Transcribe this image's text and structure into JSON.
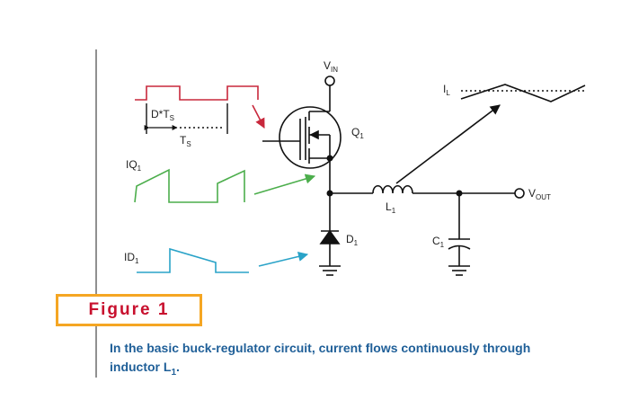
{
  "figure": {
    "label": "Figure 1",
    "caption_text": "In the basic buck-regulator circuit, current flows continuously through inductor ",
    "caption_subject": "L",
    "caption_subject_sub": "1",
    "caption_end": "."
  },
  "labels": {
    "vin": {
      "main": "V",
      "sub": "IN"
    },
    "q1": {
      "main": "Q",
      "sub": "1"
    },
    "l1": {
      "main": "L",
      "sub": "1"
    },
    "vout": {
      "main": "V",
      "sub": "OUT"
    },
    "d1": {
      "main": "D",
      "sub": "1"
    },
    "c1": {
      "main": "C",
      "sub": "1"
    },
    "il": {
      "main": "I",
      "sub": "L"
    },
    "iq1": {
      "main": "IQ",
      "sub": "1"
    },
    "id1": {
      "main": "ID",
      "sub": "1"
    },
    "duty": {
      "main": "D*T",
      "sub": "S"
    },
    "ts": {
      "main": "T",
      "sub": "S"
    }
  },
  "colors": {
    "gate_waveform": "#c8283c",
    "iq1_waveform": "#4cae4c",
    "id1_waveform": "#2aa3c8",
    "circuit": "#111111",
    "figure_border": "#f5a623",
    "figure_label": "#c8102e",
    "caption": "#1f5f98"
  }
}
